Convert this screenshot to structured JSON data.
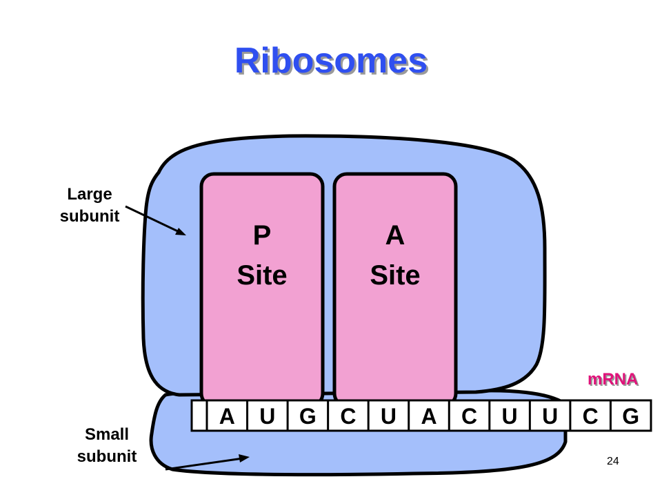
{
  "slide": {
    "title": "Ribosomes",
    "page_number": "24"
  },
  "labels": {
    "large_subunit_line1": "Large",
    "large_subunit_line2": "subunit",
    "small_subunit_line1": "Small",
    "small_subunit_line2": "subunit",
    "mrna": "mRNA"
  },
  "sites": [
    {
      "letter": "P",
      "word": "Site"
    },
    {
      "letter": "A",
      "word": "Site"
    }
  ],
  "mrna_bases": [
    "A",
    "U",
    "G",
    "C",
    "U",
    "A",
    "C",
    "U",
    "U",
    "C",
    "G"
  ],
  "colors": {
    "title": "#2f4ff0",
    "subunit_fill": "#a4bffb",
    "site_fill": "#f2a1d2",
    "mrna_label": "#e0127a"
  }
}
